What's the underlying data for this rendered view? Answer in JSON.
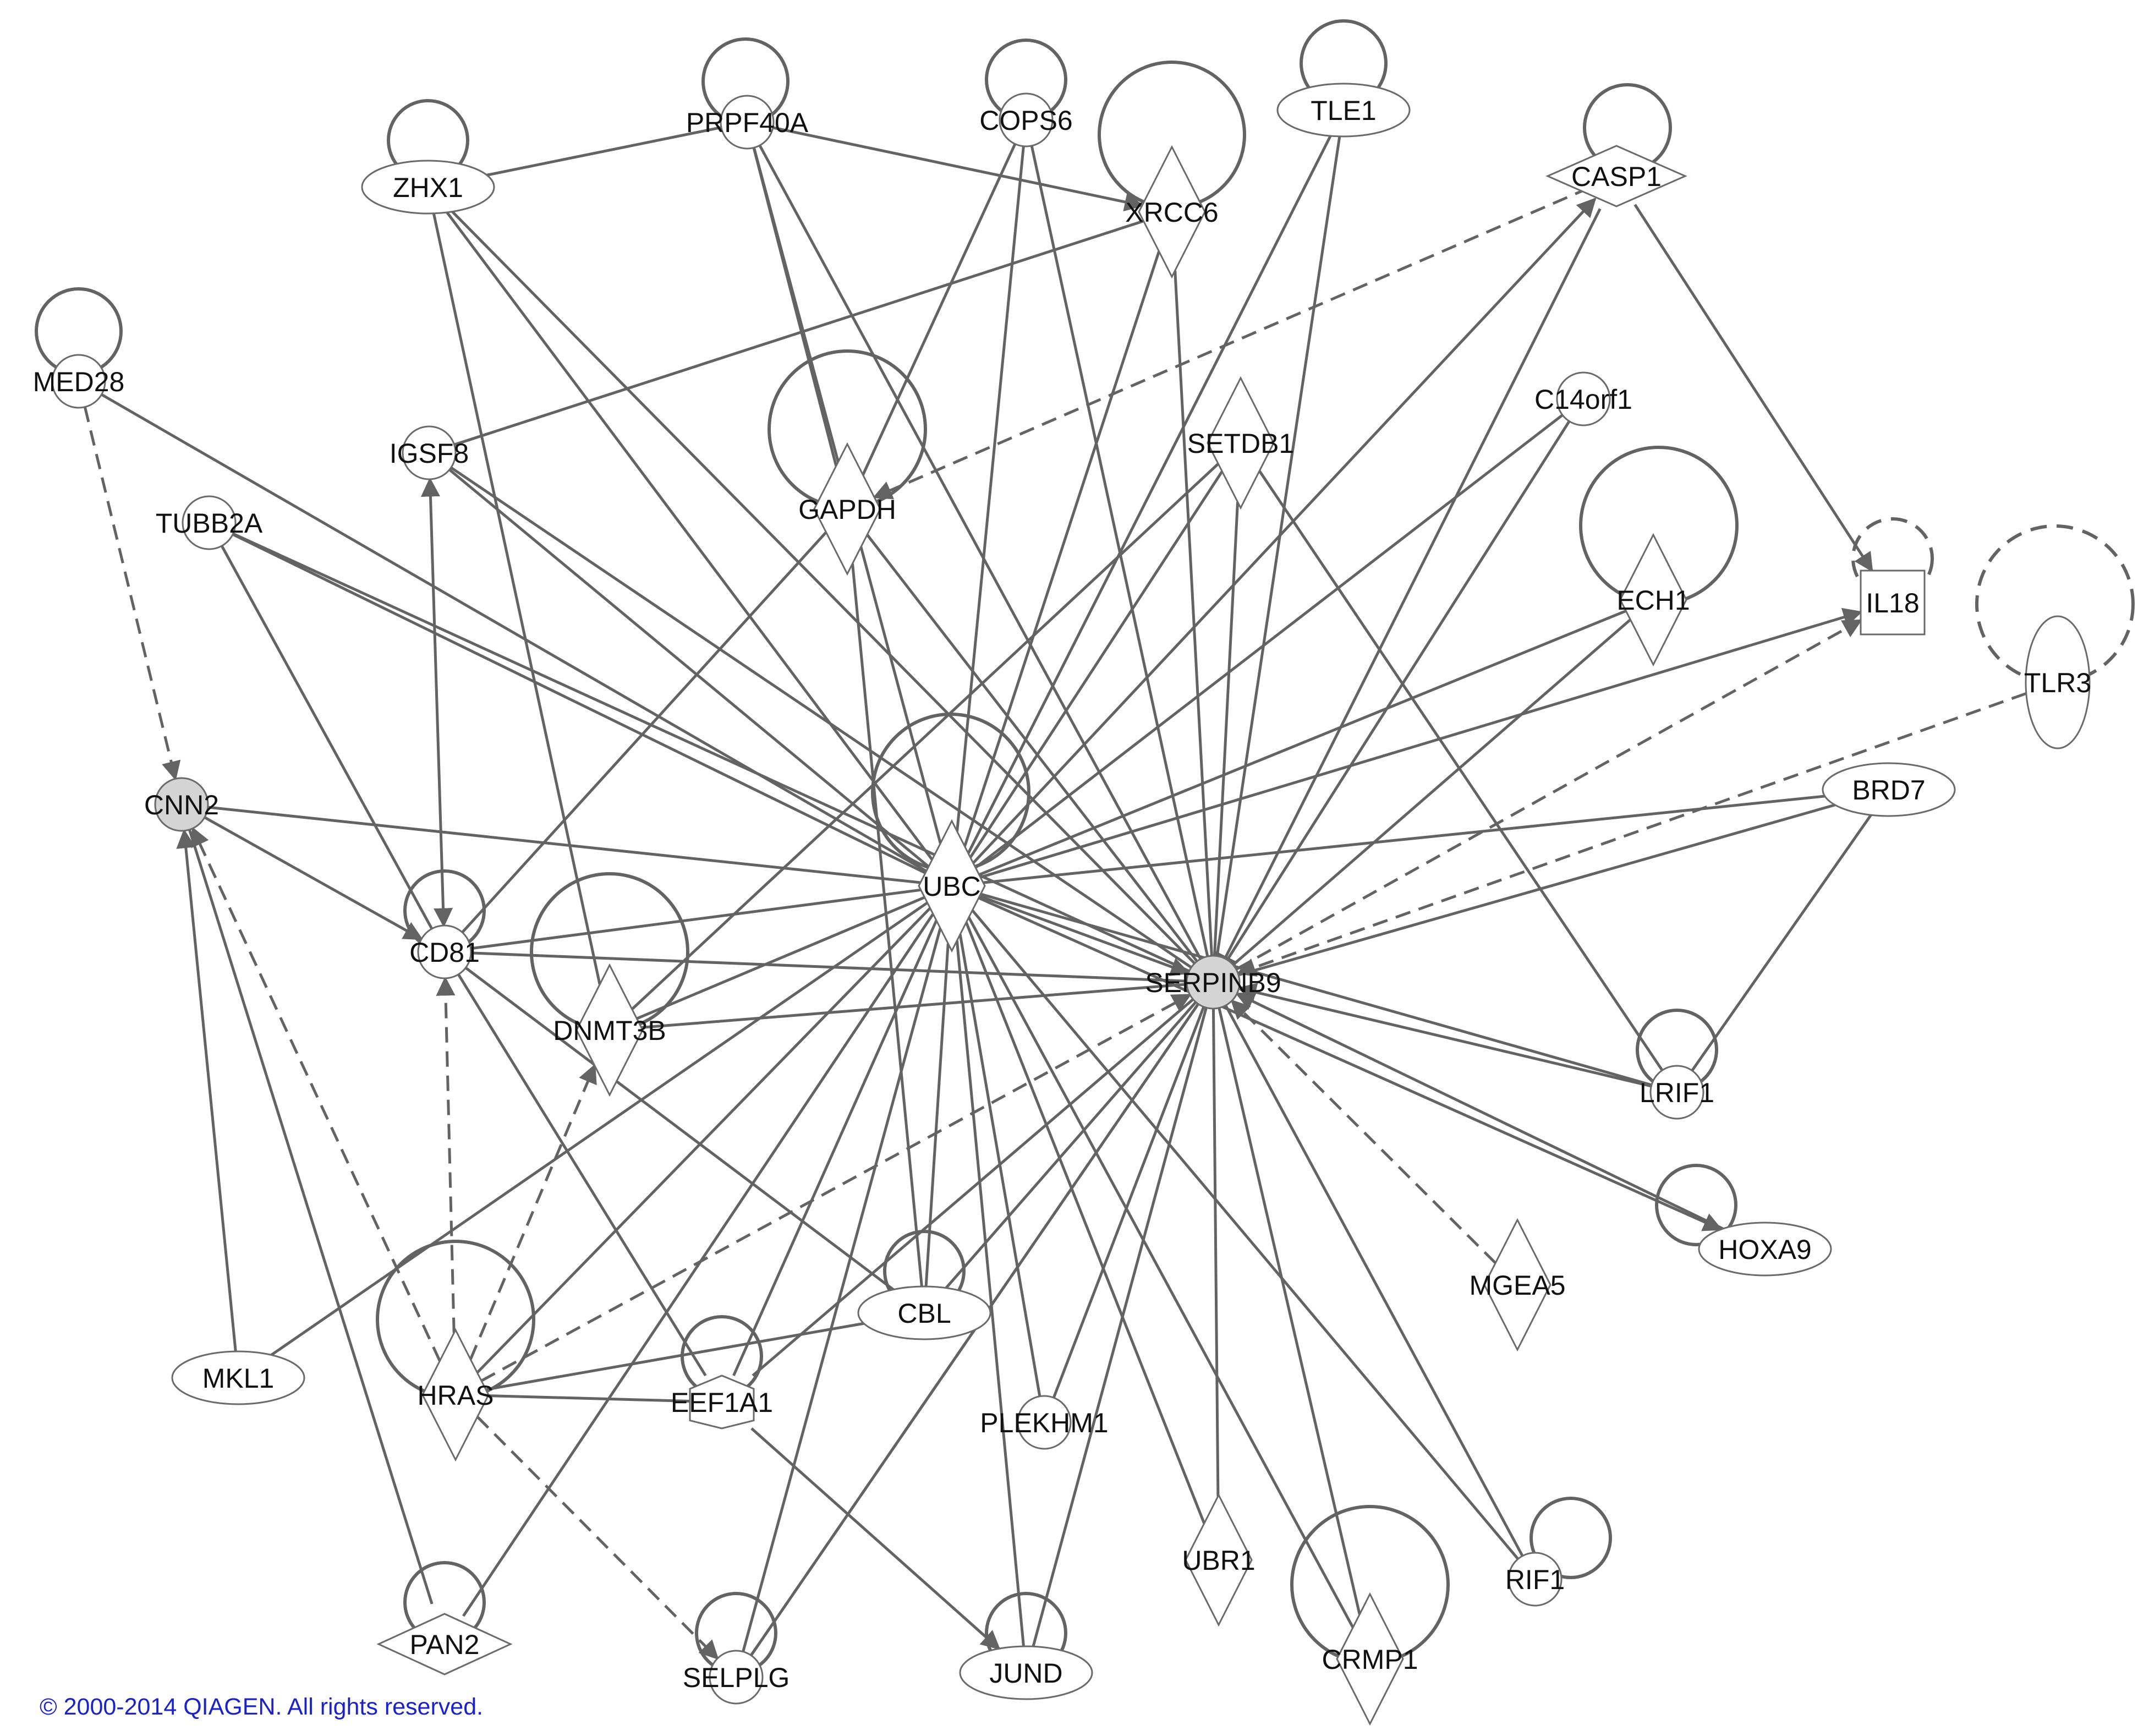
{
  "colors": {
    "edge": "#636363",
    "node_stroke": "#6a6a6a",
    "node_fill": "#ffffff",
    "highlight_fill": "#d4d4d4",
    "copyright": "#1a22c8"
  },
  "nodes": [
    {
      "id": "ZHX1",
      "label": "ZHX1",
      "shape": "ellipse"
    },
    {
      "id": "PRPF40A",
      "label": "PRPF40A",
      "shape": "circle"
    },
    {
      "id": "COPS6",
      "label": "COPS6",
      "shape": "circle"
    },
    {
      "id": "XRCC6",
      "label": "XRCC6",
      "shape": "diamond"
    },
    {
      "id": "TLE1",
      "label": "TLE1",
      "shape": "ellipse"
    },
    {
      "id": "CASP1",
      "label": "CASP1",
      "shape": "diamond"
    },
    {
      "id": "MED28",
      "label": "MED28",
      "shape": "circle"
    },
    {
      "id": "IGSF8",
      "label": "IGSF8",
      "shape": "circle"
    },
    {
      "id": "TUBB2A",
      "label": "TUBB2A",
      "shape": "circle"
    },
    {
      "id": "GAPDH",
      "label": "GAPDH",
      "shape": "diamond"
    },
    {
      "id": "SETDB1",
      "label": "SETDB1",
      "shape": "diamond"
    },
    {
      "id": "C14orf1",
      "label": "C14orf1",
      "shape": "circle"
    },
    {
      "id": "ECH1",
      "label": "ECH1",
      "shape": "diamond"
    },
    {
      "id": "IL18",
      "label": "IL18",
      "shape": "square"
    },
    {
      "id": "TLR3",
      "label": "TLR3",
      "shape": "v-ellipse"
    },
    {
      "id": "CNN2",
      "label": "CNN2",
      "shape": "circle",
      "highlighted": true
    },
    {
      "id": "BRD7",
      "label": "BRD7",
      "shape": "ellipse"
    },
    {
      "id": "UBC",
      "label": "UBC",
      "shape": "diamond"
    },
    {
      "id": "CD81",
      "label": "CD81",
      "shape": "circle"
    },
    {
      "id": "SERPINB9",
      "label": "SERPINB9",
      "shape": "circle",
      "highlighted": true
    },
    {
      "id": "DNMT3B",
      "label": "DNMT3B",
      "shape": "diamond"
    },
    {
      "id": "LRIF1",
      "label": "LRIF1",
      "shape": "circle"
    },
    {
      "id": "HOXA9",
      "label": "HOXA9",
      "shape": "ellipse"
    },
    {
      "id": "MGEA5",
      "label": "MGEA5",
      "shape": "diamond"
    },
    {
      "id": "CBL",
      "label": "CBL",
      "shape": "ellipse"
    },
    {
      "id": "MKL1",
      "label": "MKL1",
      "shape": "ellipse"
    },
    {
      "id": "HRAS",
      "label": "HRAS",
      "shape": "diamond"
    },
    {
      "id": "EEF1A1",
      "label": "EEF1A1",
      "shape": "hexagon"
    },
    {
      "id": "PLEKHM1",
      "label": "PLEKHM1",
      "shape": "circle"
    },
    {
      "id": "UBR1",
      "label": "UBR1",
      "shape": "diamond"
    },
    {
      "id": "RIF1",
      "label": "RIF1",
      "shape": "circle"
    },
    {
      "id": "CRMP1",
      "label": "CRMP1",
      "shape": "diamond"
    },
    {
      "id": "PAN2",
      "label": "PAN2",
      "shape": "diamond"
    },
    {
      "id": "SELPLG",
      "label": "SELPLG",
      "shape": "circle"
    },
    {
      "id": "JUND",
      "label": "JUND",
      "shape": "ellipse"
    }
  ],
  "edges": [
    {
      "from": "ZHX1",
      "to": "PRPF40A",
      "style": "solid"
    },
    {
      "from": "PRPF40A",
      "to": "XRCC6",
      "style": "solid",
      "arrow": true
    },
    {
      "from": "XRCC6",
      "to": "IGSF8",
      "style": "solid"
    },
    {
      "from": "CASP1",
      "to": "GAPDH",
      "style": "dashed",
      "arrow": true
    },
    {
      "from": "CASP1",
      "to": "IL18",
      "style": "solid",
      "arrow": true
    },
    {
      "from": "MED28",
      "to": "CNN2",
      "style": "dashed",
      "arrow": true
    },
    {
      "from": "MED28",
      "to": "UBC",
      "style": "solid"
    },
    {
      "from": "CNN2",
      "to": "CD81",
      "style": "solid",
      "arrow": true
    },
    {
      "from": "CNN2",
      "to": "UBC",
      "style": "solid"
    },
    {
      "from": "IGSF8",
      "to": "CD81",
      "style": "solid",
      "arrow": true,
      "arrow_both": true
    },
    {
      "from": "TUBB2A",
      "to": "UBC",
      "style": "solid"
    },
    {
      "from": "TUBB2A",
      "to": "SERPINB9",
      "style": "solid"
    },
    {
      "from": "TUBB2A",
      "to": "CD81",
      "style": "solid"
    },
    {
      "from": "ZHX1",
      "to": "DNMT3B",
      "style": "solid"
    },
    {
      "from": "ZHX1",
      "to": "UBC",
      "style": "solid"
    },
    {
      "from": "ZHX1",
      "to": "SERPINB9",
      "style": "solid"
    },
    {
      "from": "IGSF8",
      "to": "UBC",
      "style": "solid"
    },
    {
      "from": "IGSF8",
      "to": "SERPINB9",
      "style": "solid"
    },
    {
      "from": "PRPF40A",
      "to": "UBC",
      "style": "solid"
    },
    {
      "from": "PRPF40A",
      "to": "SERPINB9",
      "style": "solid"
    },
    {
      "from": "PRPF40A",
      "to": "GAPDH",
      "style": "solid"
    },
    {
      "from": "COPS6",
      "to": "UBC",
      "style": "solid"
    },
    {
      "from": "COPS6",
      "to": "SERPINB9",
      "style": "solid"
    },
    {
      "from": "COPS6",
      "to": "GAPDH",
      "style": "solid"
    },
    {
      "from": "XRCC6",
      "to": "SERPINB9",
      "style": "solid"
    },
    {
      "from": "XRCC6",
      "to": "UBC",
      "style": "solid"
    },
    {
      "from": "TLE1",
      "to": "UBC",
      "style": "solid"
    },
    {
      "from": "TLE1",
      "to": "SERPINB9",
      "style": "solid"
    },
    {
      "from": "CASP1",
      "to": "SERPINB9",
      "style": "solid",
      "inhibit": true
    },
    {
      "from": "UBC",
      "to": "CASP1",
      "style": "solid",
      "arrow": true
    },
    {
      "from": "GAPDH",
      "to": "CD81",
      "style": "solid"
    },
    {
      "from": "GAPDH",
      "to": "CBL",
      "style": "solid"
    },
    {
      "from": "GAPDH",
      "to": "SERPINB9",
      "style": "solid"
    },
    {
      "from": "SETDB1",
      "to": "UBC",
      "style": "solid"
    },
    {
      "from": "SETDB1",
      "to": "SERPINB9",
      "style": "solid"
    },
    {
      "from": "SETDB1",
      "to": "DNMT3B",
      "style": "solid"
    },
    {
      "from": "SETDB1",
      "to": "LRIF1",
      "style": "solid"
    },
    {
      "from": "C14orf1",
      "to": "UBC",
      "style": "solid"
    },
    {
      "from": "C14orf1",
      "to": "SERPINB9",
      "style": "solid"
    },
    {
      "from": "ECH1",
      "to": "UBC",
      "style": "solid"
    },
    {
      "from": "ECH1",
      "to": "SERPINB9",
      "style": "solid"
    },
    {
      "from": "UBC",
      "to": "IL18",
      "style": "solid",
      "arrow": true
    },
    {
      "from": "SERPINB9",
      "to": "IL18",
      "style": "dashed",
      "arrow": true
    },
    {
      "from": "TLR3",
      "to": "SERPINB9",
      "style": "dashed",
      "arrow": true
    },
    {
      "from": "BRD7",
      "to": "UBC",
      "style": "solid"
    },
    {
      "from": "BRD7",
      "to": "SERPINB9",
      "style": "solid"
    },
    {
      "from": "BRD7",
      "to": "LRIF1",
      "style": "solid"
    },
    {
      "from": "CD81",
      "to": "UBC",
      "style": "solid"
    },
    {
      "from": "CD81",
      "to": "SERPINB9",
      "style": "solid"
    },
    {
      "from": "CD81",
      "to": "EEF1A1",
      "style": "solid"
    },
    {
      "from": "DNMT3B",
      "to": "SERPINB9",
      "style": "solid"
    },
    {
      "from": "DNMT3B",
      "to": "UBC",
      "style": "solid"
    },
    {
      "from": "UBC",
      "to": "SERPINB9",
      "style": "solid",
      "arrow": true
    },
    {
      "from": "LRIF1",
      "to": "SERPINB9",
      "style": "solid",
      "arrow": true
    },
    {
      "from": "LRIF1",
      "to": "UBC",
      "style": "solid"
    },
    {
      "from": "HOXA9",
      "to": "SERPINB9",
      "style": "solid",
      "arrow": true
    },
    {
      "from": "UBC",
      "to": "HOXA9",
      "style": "solid",
      "arrow": true
    },
    {
      "from": "MGEA5",
      "to": "SERPINB9",
      "style": "dashed",
      "arrow": true
    },
    {
      "from": "CBL",
      "to": "UBC",
      "style": "solid"
    },
    {
      "from": "CBL",
      "to": "SERPINB9",
      "style": "solid"
    },
    {
      "from": "CBL",
      "to": "HRAS",
      "style": "solid"
    },
    {
      "from": "MKL1",
      "to": "CNN2",
      "style": "solid",
      "arrow": true
    },
    {
      "from": "MKL1",
      "to": "UBC",
      "style": "solid"
    },
    {
      "from": "HRAS",
      "to": "CNN2",
      "style": "dashed",
      "arrow": true
    },
    {
      "from": "HRAS",
      "to": "CD81",
      "style": "dashed",
      "arrow": true
    },
    {
      "from": "HRAS",
      "to": "DNMT3B",
      "style": "dashed",
      "arrow": true
    },
    {
      "from": "HRAS",
      "to": "SERPINB9",
      "style": "dashed",
      "arrow": true
    },
    {
      "from": "HRAS",
      "to": "SELPLG",
      "style": "dashed",
      "arrow": true
    },
    {
      "from": "HRAS",
      "to": "UBC",
      "style": "solid"
    },
    {
      "from": "EEF1A1",
      "to": "UBC",
      "style": "solid"
    },
    {
      "from": "EEF1A1",
      "to": "SERPINB9",
      "style": "solid"
    },
    {
      "from": "EEF1A1",
      "to": "HRAS",
      "style": "solid"
    },
    {
      "from": "EEF1A1",
      "to": "JUND",
      "style": "solid",
      "arrow": true
    },
    {
      "from": "PLEKHM1",
      "to": "UBC",
      "style": "solid"
    },
    {
      "from": "PLEKHM1",
      "to": "SERPINB9",
      "style": "solid"
    },
    {
      "from": "UBR1",
      "to": "UBC",
      "style": "solid"
    },
    {
      "from": "UBR1",
      "to": "SERPINB9",
      "style": "solid"
    },
    {
      "from": "RIF1",
      "to": "UBC",
      "style": "solid"
    },
    {
      "from": "RIF1",
      "to": "SERPINB9",
      "style": "solid"
    },
    {
      "from": "CRMP1",
      "to": "UBC",
      "style": "solid"
    },
    {
      "from": "CRMP1",
      "to": "SERPINB9",
      "style": "solid"
    },
    {
      "from": "PAN2",
      "to": "CNN2",
      "style": "solid"
    },
    {
      "from": "PAN2",
      "to": "UBC",
      "style": "solid"
    },
    {
      "from": "SELPLG",
      "to": "UBC",
      "style": "solid"
    },
    {
      "from": "SELPLG",
      "to": "SERPINB9",
      "style": "dashed"
    },
    {
      "from": "SELPLG",
      "to": "SERPINB9",
      "style": "solid"
    },
    {
      "from": "JUND",
      "to": "UBC",
      "style": "solid"
    },
    {
      "from": "JUND",
      "to": "SERPINB9",
      "style": "solid"
    },
    {
      "from": "CBL",
      "to": "CD81",
      "style": "solid"
    }
  ],
  "self_loops": [
    {
      "node": "ZHX1",
      "style": "solid"
    },
    {
      "node": "PRPF40A",
      "style": "solid"
    },
    {
      "node": "COPS6",
      "style": "solid"
    },
    {
      "node": "XRCC6",
      "style": "solid"
    },
    {
      "node": "TLE1",
      "style": "solid"
    },
    {
      "node": "CASP1",
      "style": "solid",
      "inhibit": true
    },
    {
      "node": "MED28",
      "style": "solid"
    },
    {
      "node": "GAPDH",
      "style": "solid"
    },
    {
      "node": "ECH1",
      "style": "solid"
    },
    {
      "node": "IL18",
      "style": "dashed",
      "inhibit": true
    },
    {
      "node": "TLR3",
      "style": "dashed",
      "arrow": true
    },
    {
      "node": "UBC",
      "style": "solid"
    },
    {
      "node": "CD81",
      "style": "solid"
    },
    {
      "node": "DNMT3B",
      "style": "solid"
    },
    {
      "node": "LRIF1",
      "style": "solid"
    },
    {
      "node": "HOXA9",
      "style": "solid",
      "inhibit": true
    },
    {
      "node": "CBL",
      "style": "solid",
      "inhibit": true
    },
    {
      "node": "HRAS",
      "style": "solid",
      "inhibit": true
    },
    {
      "node": "EEF1A1",
      "style": "solid"
    },
    {
      "node": "RIF1",
      "style": "solid"
    },
    {
      "node": "CRMP1",
      "style": "solid",
      "inhibit": true
    },
    {
      "node": "PAN2",
      "style": "solid"
    },
    {
      "node": "SELPLG",
      "style": "solid"
    },
    {
      "node": "JUND",
      "style": "solid"
    }
  ],
  "copyright": "© 2000-2014 QIAGEN. All rights reserved."
}
